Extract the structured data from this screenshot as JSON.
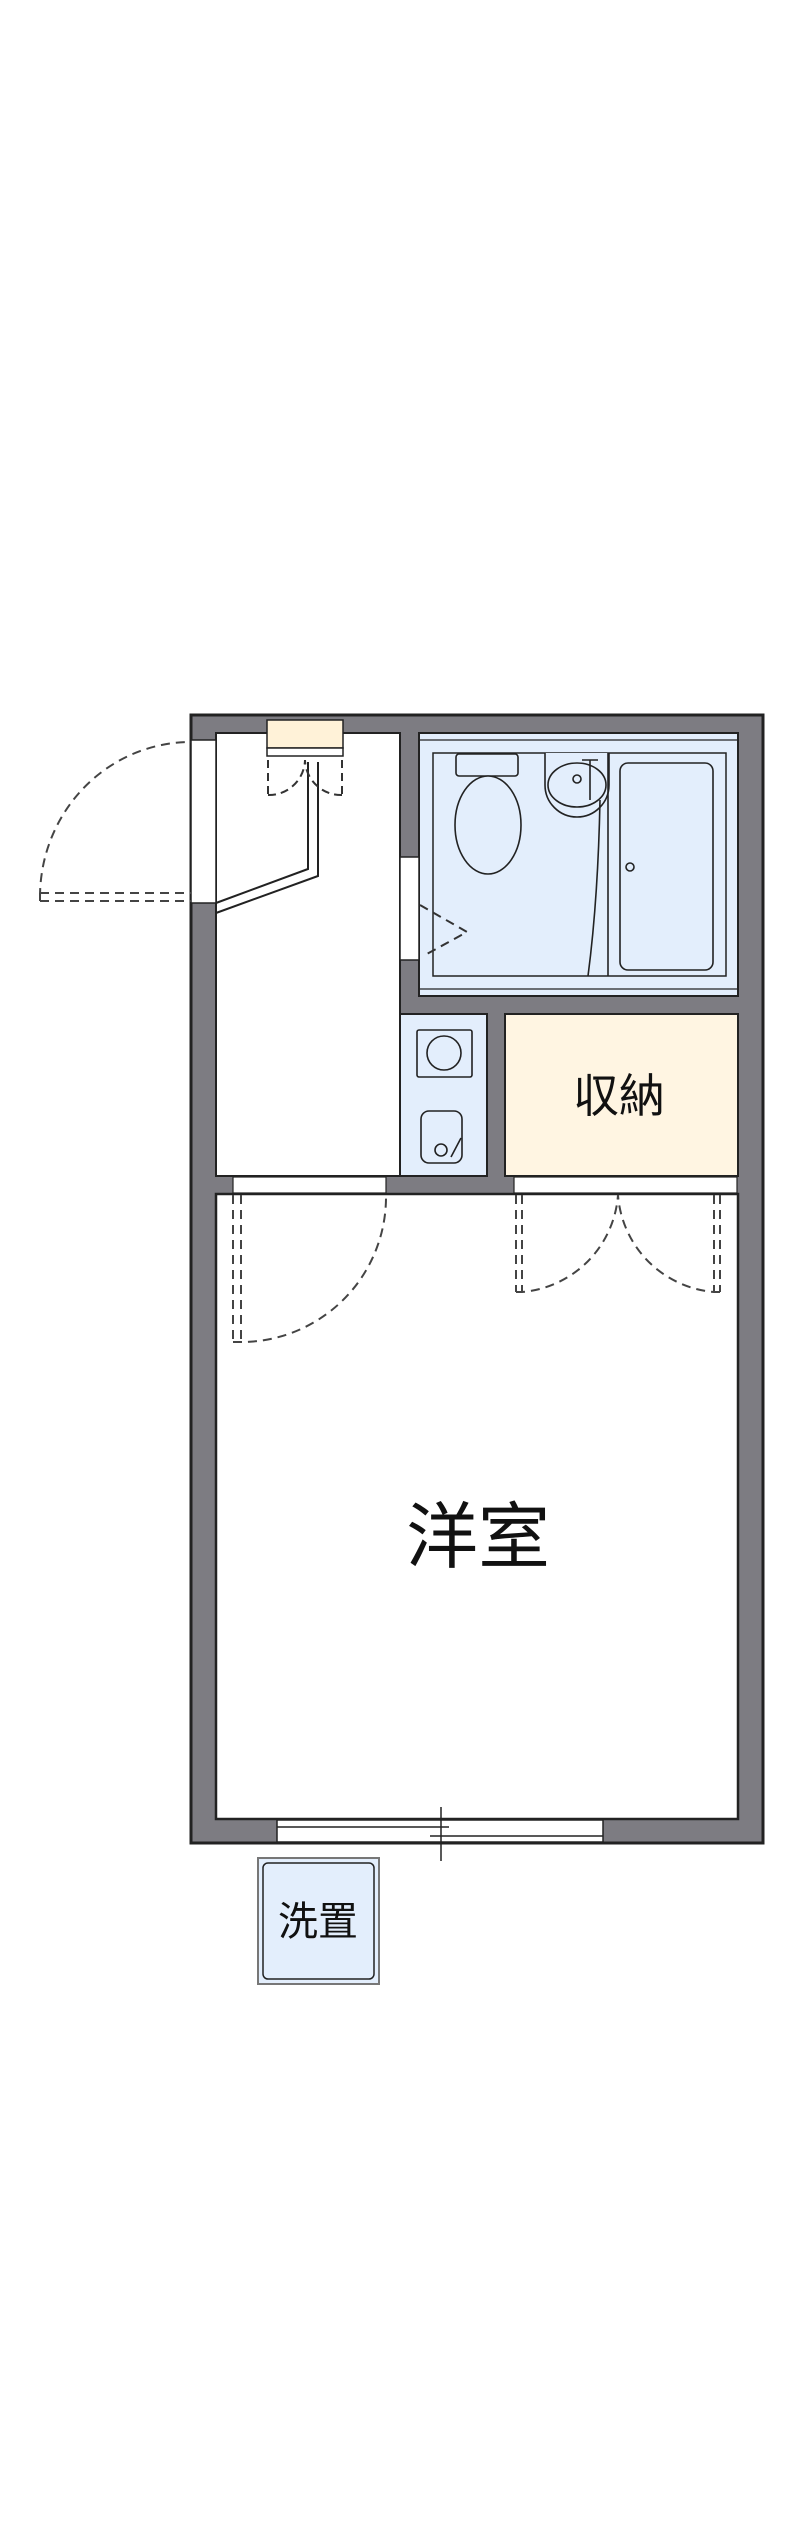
{
  "floorplan": {
    "rooms": {
      "western_room": "洋室",
      "storage": "収納",
      "washer_space": "洗置"
    },
    "colors": {
      "wall": "#7d7c82",
      "outline": "#222222",
      "bath_fill": "#e3eefc",
      "storage_fill": "#fff5e2",
      "shoebox_fill": "#fff2d8",
      "floor": "#ffffff"
    }
  }
}
